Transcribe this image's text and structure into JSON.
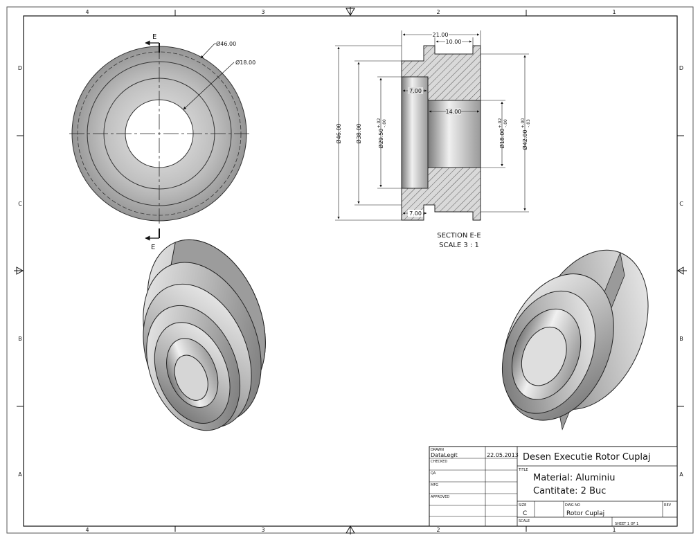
{
  "border": {
    "columns": [
      "4",
      "3",
      "2",
      "1"
    ],
    "rows": [
      "D",
      "C",
      "B",
      "A"
    ]
  },
  "front_view": {
    "cut_label": "E",
    "dims": {
      "outer": "Ø46.00",
      "inner": "Ø18.00"
    }
  },
  "section": {
    "title": "SECTION E-E",
    "scale": "SCALE 3 : 1",
    "dims": {
      "width_total": "21.00",
      "width_top": "10.00",
      "recess_depth": "7.00",
      "bore_length": "14.00",
      "bottom_depth": "7.00",
      "dia_46": "Ø46.00",
      "dia_38": "Ø38.00",
      "dia_29": "Ø29.50",
      "dia_29_tol_upper": "+.02",
      "dia_29_tol_lower": "-.00",
      "dia_18": "Ø18.00",
      "dia_18_tol_upper": "+.02",
      "dia_18_tol_lower": "-.00",
      "dia_42": "Ø42.00",
      "dia_42_tol_upper": "+.00",
      "dia_42_tol_lower": "-.03"
    }
  },
  "title_block": {
    "drawn_label": "DRAWN",
    "drawn_by": "DataLegit",
    "drawn_date": "22.05.2013",
    "checked_label": "CHECKED",
    "qa_label": "QA",
    "mfg_label": "MFG",
    "approved_label": "APPROVED",
    "main_title": "Desen Executie Rotor Cuplaj",
    "title_label": "TITLE",
    "material": "Material: Aluminiu",
    "quantity": "Cantitate: 2 Buc",
    "size_label": "SIZE",
    "size_value": "C",
    "dwg_no_label": "DWG NO",
    "dwg_no": "Rotor Cuplaj",
    "rev_label": "REV",
    "scale_label": "SCALE",
    "sheet": "SHEET 1  OF 1"
  }
}
